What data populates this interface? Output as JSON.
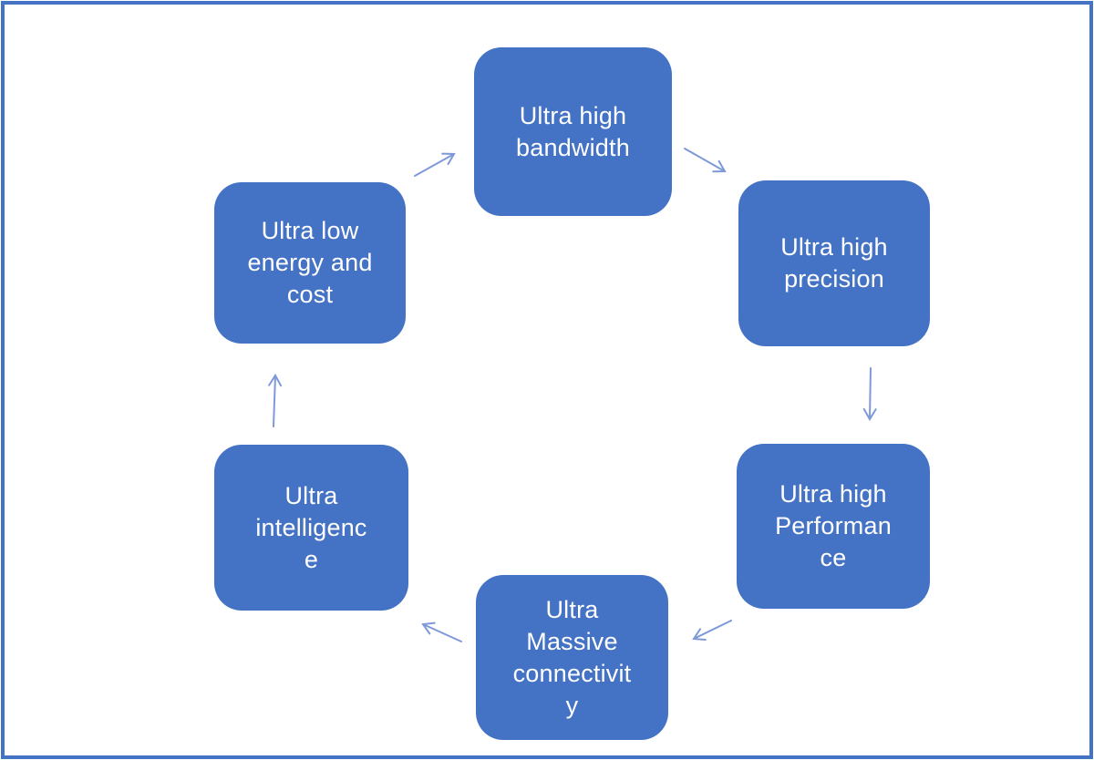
{
  "diagram": {
    "type": "cycle",
    "nodes": [
      {
        "id": "ultra-high-bandwidth",
        "label": "Ultra high\nbandwidth"
      },
      {
        "id": "ultra-high-precision",
        "label": "Ultra high\nprecision"
      },
      {
        "id": "ultra-high-performance",
        "label": "Ultra high\nPerforman\nce"
      },
      {
        "id": "ultra-massive-connectivity",
        "label": "Ultra\nMassive\nconnectivit\ny"
      },
      {
        "id": "ultra-intelligence",
        "label": "Ultra\nintelligenc\ne"
      },
      {
        "id": "ultra-low-energy-cost",
        "label": "Ultra low\nenergy and\ncost"
      }
    ],
    "edges": [
      {
        "from": "ultra-low-energy-cost",
        "to": "ultra-high-bandwidth"
      },
      {
        "from": "ultra-high-bandwidth",
        "to": "ultra-high-precision"
      },
      {
        "from": "ultra-high-precision",
        "to": "ultra-high-performance"
      },
      {
        "from": "ultra-high-performance",
        "to": "ultra-massive-connectivity"
      },
      {
        "from": "ultra-massive-connectivity",
        "to": "ultra-intelligence"
      },
      {
        "from": "ultra-intelligence",
        "to": "ultra-low-energy-cost"
      }
    ],
    "colors": {
      "node_fill": "#4472c4",
      "node_text": "#ffffff",
      "arrow": "#7d99d8",
      "page_border": "#4472c4",
      "background": "#ffffff"
    }
  }
}
